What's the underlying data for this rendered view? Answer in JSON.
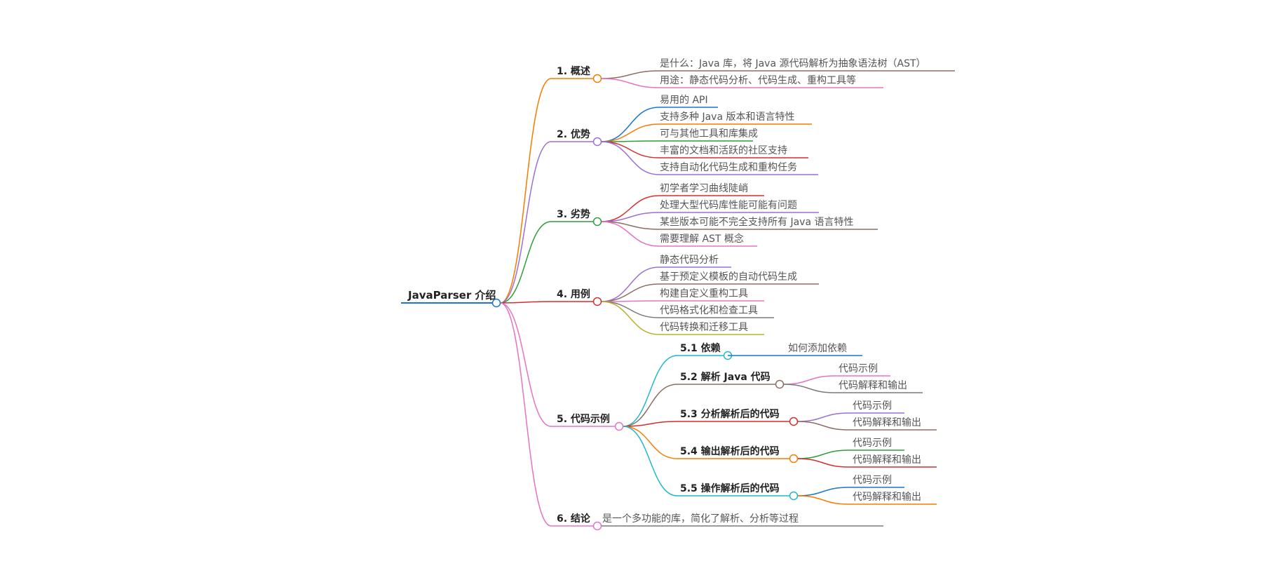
{
  "root": {
    "label": "JavaParser 介绍",
    "color": "#1976D2"
  },
  "branches": [
    {
      "label": "1. 概述",
      "color": "#F57C00",
      "children": [
        {
          "label": "是什么：Java 库，将 Java 源代码解析为抽象语法树（AST）",
          "color": "#8D6E63"
        },
        {
          "label": "用途：静态代码分析、代码生成、重构工具等",
          "color": "#E573C4"
        }
      ]
    },
    {
      "label": "2. 优势",
      "color": "#9C6FD6",
      "children": [
        {
          "label": "易用的 API",
          "color": "#1976D2"
        },
        {
          "label": "支持多种 Java 版本和语言特性",
          "color": "#F57C00"
        },
        {
          "label": "可与其他工具和库集成",
          "color": "#2E9E3A"
        },
        {
          "label": "丰富的文档和活跃的社区支持",
          "color": "#D32F2F"
        },
        {
          "label": "支持自动化代码生成和重构任务",
          "color": "#9C6FD6"
        }
      ]
    },
    {
      "label": "3. 劣势",
      "color": "#2E9E3A",
      "children": [
        {
          "label": "初学者学习曲线陡峭",
          "color": "#D32F2F"
        },
        {
          "label": "处理大型代码库性能可能有问题",
          "color": "#9C6FD6"
        },
        {
          "label": "某些版本可能不完全支持所有 Java 语言特性",
          "color": "#8D6E63"
        },
        {
          "label": "需要理解 AST 概念",
          "color": "#E573C4"
        }
      ]
    },
    {
      "label": "4. 用例",
      "color": "#D32F2F",
      "children": [
        {
          "label": "静态代码分析",
          "color": "#9C6FD6"
        },
        {
          "label": "基于预定义模板的自动代码生成",
          "color": "#8D6E63"
        },
        {
          "label": "构建自定义重构工具",
          "color": "#E573C4"
        },
        {
          "label": "代码格式化和检查工具",
          "color": "#7A7A7A"
        },
        {
          "label": "代码转换和迁移工具",
          "color": "#B8B22A"
        }
      ]
    },
    {
      "label": "5. 代码示例",
      "color": "#E573C4",
      "children": [
        {
          "label": "5.1 依赖",
          "color": "#1FB9C9",
          "children": [
            {
              "label": "如何添加依赖",
              "color": "#1976D2"
            }
          ]
        },
        {
          "label": "5.2 解析 Java 代码",
          "color": "#8D6E63",
          "children": [
            {
              "label": "代码示例",
              "color": "#E573C4"
            },
            {
              "label": "代码解释和输出",
              "color": "#7A7A7A"
            }
          ]
        },
        {
          "label": "5.3 分析解析后的代码",
          "color": "#D32F2F",
          "children": [
            {
              "label": "代码示例",
              "color": "#9C6FD6"
            },
            {
              "label": "代码解释和输出",
              "color": "#8D6E63"
            }
          ]
        },
        {
          "label": "5.4 输出解析后的代码",
          "color": "#F57C00",
          "children": [
            {
              "label": "代码示例",
              "color": "#2E9E3A"
            },
            {
              "label": "代码解释和输出",
              "color": "#D32F2F"
            }
          ]
        },
        {
          "label": "5.5 操作解析后的代码",
          "color": "#1FB9C9",
          "children": [
            {
              "label": "代码示例",
              "color": "#1976D2"
            },
            {
              "label": "代码解释和输出",
              "color": "#F57C00"
            }
          ]
        }
      ]
    },
    {
      "label": "6. 结论",
      "color": "#E573C4",
      "children": [
        {
          "label": "是一个多功能的库，简化了解析、分析等过程",
          "color": "#7A7A7A"
        }
      ]
    }
  ]
}
